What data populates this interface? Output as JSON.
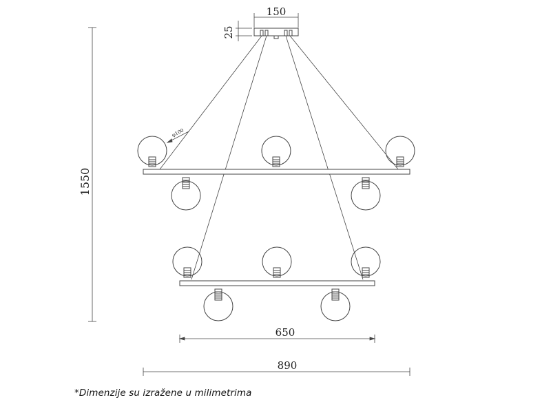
{
  "dimensions": {
    "canopy_width": "150",
    "canopy_height": "25",
    "total_height": "1550",
    "lower_bar_width": "650",
    "upper_bar_width": "890",
    "globe_diameter": "φ100"
  },
  "note": "*Dimenzije su izražene u milimetrima",
  "colors": {
    "line": "#444444",
    "text": "#222222",
    "background": "#ffffff"
  }
}
